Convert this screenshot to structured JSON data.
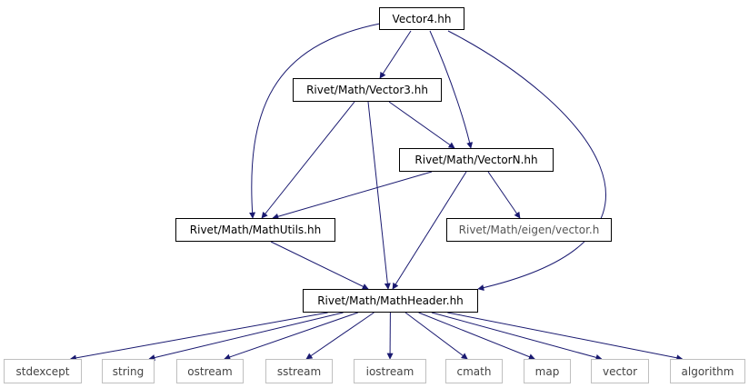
{
  "graph": {
    "nodes": {
      "vector4": {
        "label": "Vector4.hh",
        "style": "root"
      },
      "vector3": {
        "label": "Rivet/Math/Vector3.hh",
        "style": "normal"
      },
      "vectorN": {
        "label": "Rivet/Math/VectorN.hh",
        "style": "normal"
      },
      "mathUtils": {
        "label": "Rivet/Math/MathUtils.hh",
        "style": "normal"
      },
      "eigenVector": {
        "label": "Rivet/Math/eigen/vector.h",
        "style": "missing"
      },
      "mathHeader": {
        "label": "Rivet/Math/MathHeader.hh",
        "style": "normal"
      },
      "stdexcept": {
        "label": "stdexcept",
        "style": "missing"
      },
      "string": {
        "label": "string",
        "style": "missing"
      },
      "ostream": {
        "label": "ostream",
        "style": "missing"
      },
      "sstream": {
        "label": "sstream",
        "style": "missing"
      },
      "iostream": {
        "label": "iostream",
        "style": "missing"
      },
      "cmath": {
        "label": "cmath",
        "style": "missing"
      },
      "map": {
        "label": "map",
        "style": "missing"
      },
      "vector": {
        "label": "vector",
        "style": "missing"
      },
      "algorithm": {
        "label": "algorithm",
        "style": "missing"
      }
    },
    "edges": [
      [
        "vector4",
        "vector3"
      ],
      [
        "vector4",
        "vectorN"
      ],
      [
        "vector4",
        "mathUtils"
      ],
      [
        "vector4",
        "mathHeader"
      ],
      [
        "vector3",
        "vectorN"
      ],
      [
        "vector3",
        "mathUtils"
      ],
      [
        "vector3",
        "mathHeader"
      ],
      [
        "vectorN",
        "mathUtils"
      ],
      [
        "vectorN",
        "eigenVector"
      ],
      [
        "vectorN",
        "mathHeader"
      ],
      [
        "mathUtils",
        "mathHeader"
      ],
      [
        "mathHeader",
        "stdexcept"
      ],
      [
        "mathHeader",
        "string"
      ],
      [
        "mathHeader",
        "ostream"
      ],
      [
        "mathHeader",
        "sstream"
      ],
      [
        "mathHeader",
        "iostream"
      ],
      [
        "mathHeader",
        "cmath"
      ],
      [
        "mathHeader",
        "map"
      ],
      [
        "mathHeader",
        "vector"
      ],
      [
        "mathHeader",
        "algorithm"
      ]
    ],
    "colors": {
      "edge": "#191970",
      "root_fill": "#bfbfbf",
      "node_border": "#000000",
      "missing_border": "#bfbfbf"
    }
  }
}
